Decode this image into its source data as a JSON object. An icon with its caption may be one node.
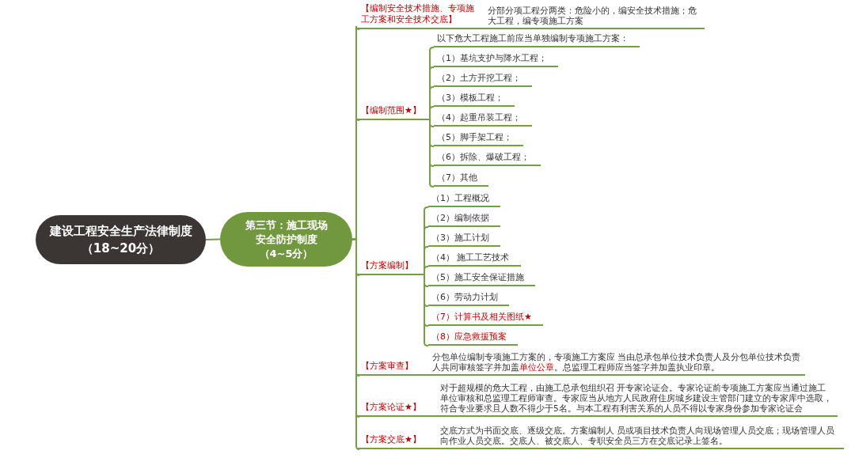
{
  "diagram": {
    "nodes": [
      {
        "text": [
          "建设工程安全生产法律制度（18~20分）"
        ]
      },
      {
        "text": [
          "第三节：施工现场安全防护制度（4~5分）"
        ]
      },
      {
        "text": [
          "【编制安全技术措施、专项施工方案和安全技术交底】"
        ]
      },
      {
        "text": [
          "分部分项工程分两类：危险小的，编安全技术措施；危大工程，编专项施工方案"
        ]
      },
      {
        "text": [
          "【编制范围★】"
        ]
      },
      {
        "text": [
          "以下危大工程施工前应当单独编制专项施工方案："
        ]
      },
      {
        "text": [
          "（1）基坑支护与降水工程；"
        ]
      },
      {
        "text": [
          "（2）土方开挖工程；"
        ]
      },
      {
        "text": [
          "（3）模板工程；"
        ]
      },
      {
        "text": [
          "（4）起重吊装工程；"
        ]
      },
      {
        "text": [
          "（5）脚手架工程；"
        ]
      },
      {
        "text": [
          "（6）拆除、爆破工程；"
        ]
      },
      {
        "text": [
          "（7）其他"
        ]
      },
      {
        "text": [
          "【方案编制】"
        ]
      },
      {
        "text": [
          "（1）工程概况"
        ]
      },
      {
        "text": [
          "（2）编制依据"
        ]
      },
      {
        "text": [
          "（3）施工计划"
        ]
      },
      {
        "text": [
          "（4） 施工工艺技术"
        ]
      },
      {
        "text": [
          "（5）施工安全保证措施"
        ]
      },
      {
        "text": [
          "（6）劳动力计划"
        ]
      },
      {
        "text": [
          "（7）计算书及相关图纸★"
        ]
      },
      {
        "text": [
          "（8）应急救援预案"
        ]
      },
      {
        "text": [
          "【方案审查】"
        ]
      },
      {
        "text": [
          "分包单位编制专项施工方案的，专项施工方案应 当由总承包单位技术负责人及分包单位技术负责人共同审核签字并加盖**单位公章**。总监理工程师应当签字并加盖执业印章。"
        ]
      },
      {
        "text": [
          "【方案论证★】"
        ]
      },
      {
        "text": [
          "对于超规模的危大工程，由施工总承包组织召 开专家论证会。专家论证前专项施工方案应当通过施工单位审核和总监理工程师审查。专家应当从地方人民政府住房城乡建设主管部门建立的专家库中选取，符合专业要求且人数不得少于5名。与本工程有利害关系的人员不得以专家身份参加专家论证会"
        ]
      },
      {
        "text": [
          "【方案交底★】"
        ]
      },
      {
        "text": [
          "交底方式为书面交底、逐级交底。方案编制人 员或项目技术负责人向现场管理人员交底；现场管理人员向作业人员交底。交底人、被交底人、专职安全员三方在交底记录上签名。"
        ]
      }
    ],
    "edges": [
      {
        "from": 0,
        "to": 1,
        "arrow": "none"
      },
      {
        "from": 1,
        "to": 2,
        "arrow": "none"
      },
      {
        "from": 2,
        "to": 3,
        "arrow": "none"
      },
      {
        "from": 1,
        "to": 4,
        "arrow": "none"
      },
      {
        "from": 4,
        "to": 5,
        "arrow": "none"
      },
      {
        "from": 4,
        "to": 6,
        "arrow": "none"
      },
      {
        "from": 4,
        "to": 7,
        "arrow": "none"
      },
      {
        "from": 4,
        "to": 8,
        "arrow": "none"
      },
      {
        "from": 4,
        "to": 9,
        "arrow": "none"
      },
      {
        "from": 4,
        "to": 10,
        "arrow": "none"
      },
      {
        "from": 4,
        "to": 11,
        "arrow": "none"
      },
      {
        "from": 4,
        "to": 12,
        "arrow": "none"
      },
      {
        "from": 1,
        "to": 13,
        "arrow": "none"
      },
      {
        "from": 13,
        "to": 14,
        "arrow": "none"
      },
      {
        "from": 13,
        "to": 15,
        "arrow": "none"
      },
      {
        "from": 13,
        "to": 16,
        "arrow": "none"
      },
      {
        "from": 13,
        "to": 17,
        "arrow": "none"
      },
      {
        "from": 13,
        "to": 18,
        "arrow": "none"
      },
      {
        "from": 13,
        "to": 19,
        "arrow": "none"
      },
      {
        "from": 13,
        "to": 20,
        "arrow": "none"
      },
      {
        "from": 13,
        "to": 21,
        "arrow": "none"
      },
      {
        "from": 1,
        "to": 22,
        "arrow": "none"
      },
      {
        "from": 22,
        "to": 23,
        "arrow": "none"
      },
      {
        "from": 1,
        "to": 24,
        "arrow": "none"
      },
      {
        "from": 24,
        "to": 25,
        "arrow": "none"
      },
      {
        "from": 1,
        "to": 26,
        "arrow": "none"
      },
      {
        "from": 26,
        "to": 27,
        "arrow": "none"
      }
    ]
  }
}
